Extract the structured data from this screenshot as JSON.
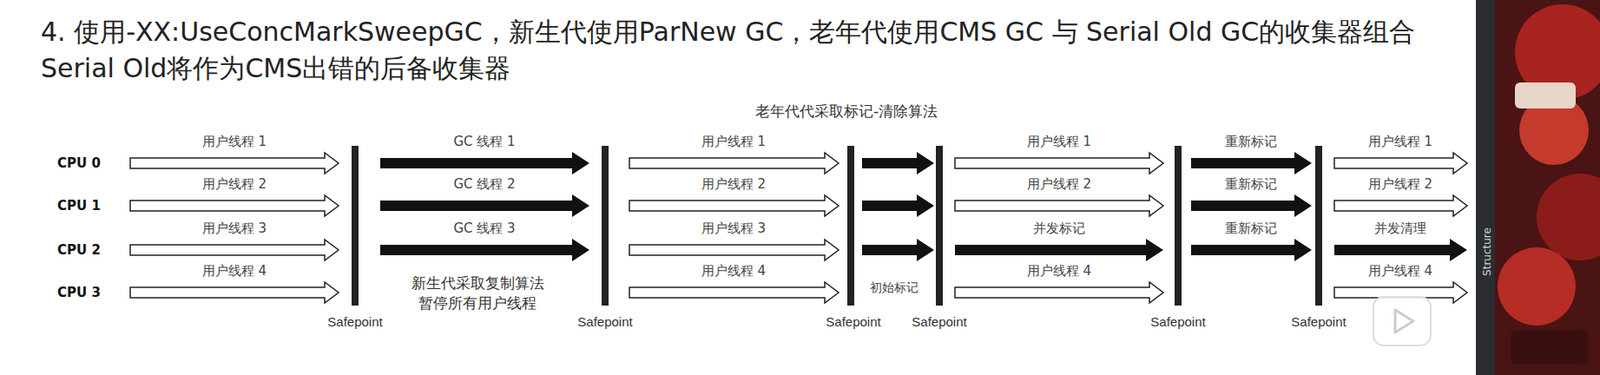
{
  "diagram": {
    "title": "4. 使用-XX:UseConcMarkSweepGC，新生代使用ParNew GC，老年代使用CMS GC 与 Serial Old GC的收集器组合 Serial Old将作为CMS出错的后备收集器",
    "labels": [
      "老年代代采取标记-清除算法",
      "CPU 0",
      "CPU 1",
      "CPU 2",
      "CPU 3",
      "用户线程 1",
      "用户线程 2",
      "用户线程 3",
      "用户线程 4",
      "GC 线程 1",
      "GC 线程 2",
      "GC 线程 3",
      "新生代采取复制算法",
      "暂停所有用户线程",
      "用户线程 1",
      "用户线程 2",
      "用户线程 3",
      "用户线程 4",
      "初始标记",
      "用户线程 1",
      "用户线程 2",
      "并发标记",
      "用户线程 4",
      "重新标记",
      "重新标记",
      "重新标记",
      "用户线程 1",
      "用户线程 2",
      "并发清理",
      "用户线程 4",
      "Safepoint",
      "Safepoint",
      "Safepoint",
      "Safepoint",
      "Safepoint",
      "Safepoint",
      "Structure"
    ]
  }
}
